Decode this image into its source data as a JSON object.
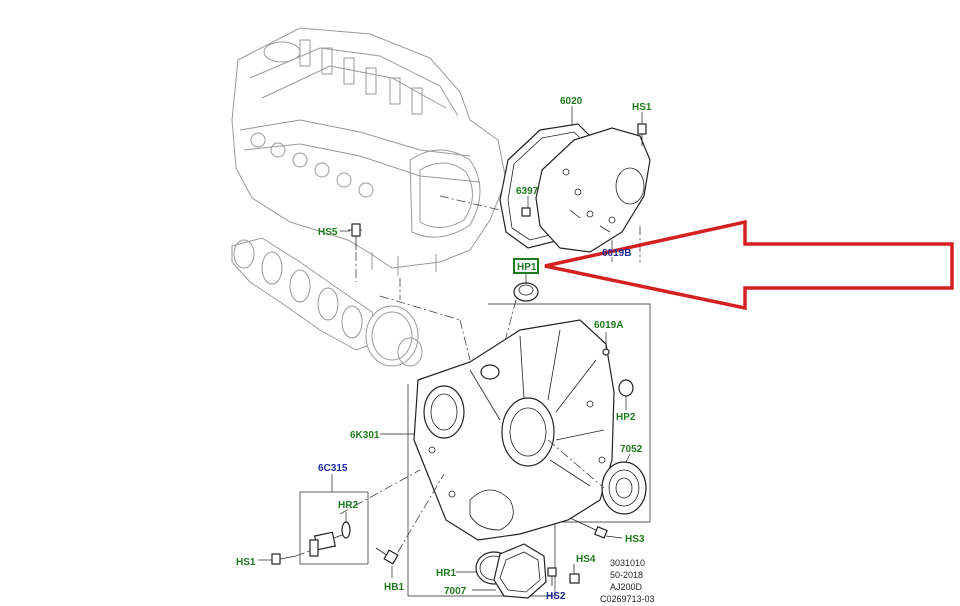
{
  "callouts": {
    "l6020": "6020",
    "lHS1a": "HS1",
    "l6397": "6397",
    "l6019B": "6019B",
    "lHS5": "HS5",
    "lHP1": "HP1",
    "l6019A": "6019A",
    "lHP2": "HP2",
    "l6K301": "6K301",
    "l7052": "7052",
    "l6C315": "6C315",
    "lHR2": "HR2",
    "lHS3": "HS3",
    "lHS4": "HS4",
    "lHS1b": "HS1",
    "lHB1": "HB1",
    "lHR1": "HR1",
    "l7007": "7007",
    "lHS2": "HS2"
  },
  "reference": {
    "line1": "3031010",
    "line2": "50-2018",
    "line3": "AJ200D",
    "line4": "C0269713-03"
  },
  "highlight": {
    "target": "HP1",
    "box_color": "#1e7a1e",
    "arrow_color": "#d42020"
  },
  "colors": {
    "part_code": "#1e7a1e",
    "assembly_code": "#1a2a9a",
    "line": "#222222",
    "ghost": "#9a9a9a"
  }
}
